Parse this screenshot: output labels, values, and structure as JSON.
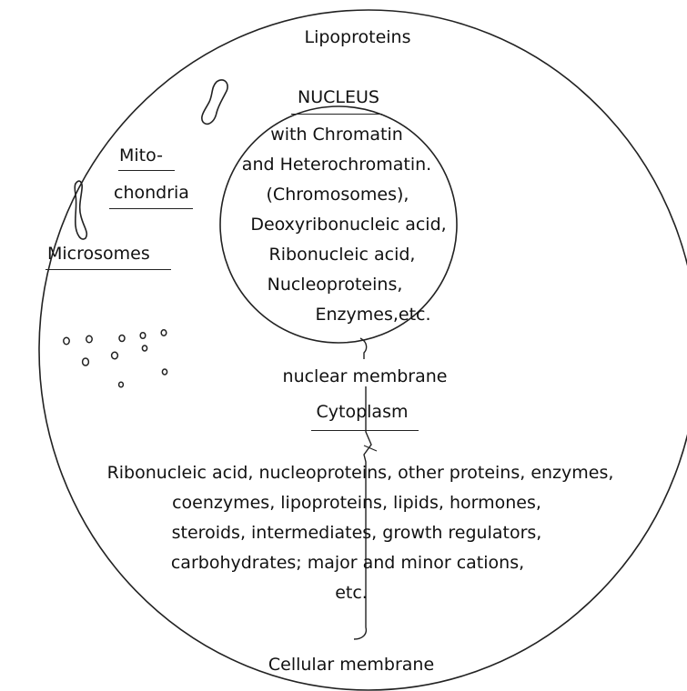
{
  "outer": {
    "top_label": "Lipoproteins",
    "bottom_label": "Cellular membrane"
  },
  "nucleus": {
    "heading": "NUCLEUS",
    "lines": [
      "with Chromatin",
      "and Heterochromatin.",
      "(Chromosomes),",
      "Deoxyribonucleic acid,",
      "Ribonucleic acid,",
      "Nucleoproteins,",
      "Enzymes,etc."
    ]
  },
  "mitochondria": {
    "line1": "Mito-",
    "line2": "chondria"
  },
  "microsomes": {
    "label": "Microsomes"
  },
  "nuclear_membrane": {
    "label": "nuclear membrane"
  },
  "cytoplasm": {
    "heading": "Cytoplasm",
    "lines": [
      "Ribonucleic acid,  nucleoproteins, other proteins, enzymes,",
      "coenzymes, lipoproteins, lipids, hormones,",
      "steroids, intermediates, growth regulators,",
      "carbohydrates; major and minor cations,",
      "etc."
    ]
  }
}
